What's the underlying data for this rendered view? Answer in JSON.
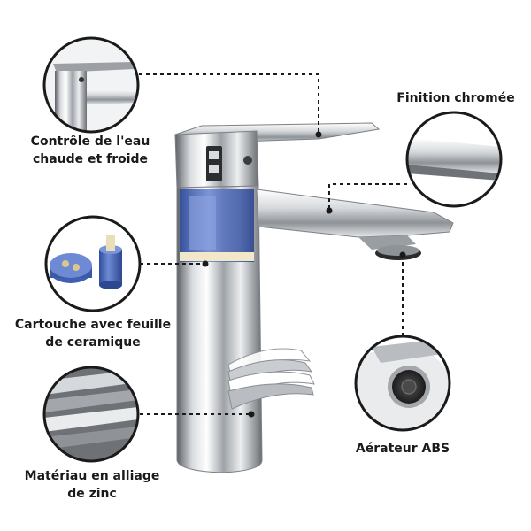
{
  "callouts": {
    "controle": {
      "line1": "Contrôle de l'eau",
      "line2": "chaude et froide"
    },
    "finition": {
      "line1": "Finition chromée"
    },
    "cartouche": {
      "line1": "Cartouche avec feuille",
      "line2": "de ceramique"
    },
    "aerateur": {
      "line1": "Aérateur ABS"
    },
    "materiau": {
      "line1": "Matériau en alliage",
      "line2": "de zinc"
    }
  },
  "colors": {
    "chrome_dark": "#6f7378",
    "chrome_light": "#f4f5f7",
    "cartridge_blue": "#3f5fb4",
    "leader_line": "#1a1a1a"
  }
}
